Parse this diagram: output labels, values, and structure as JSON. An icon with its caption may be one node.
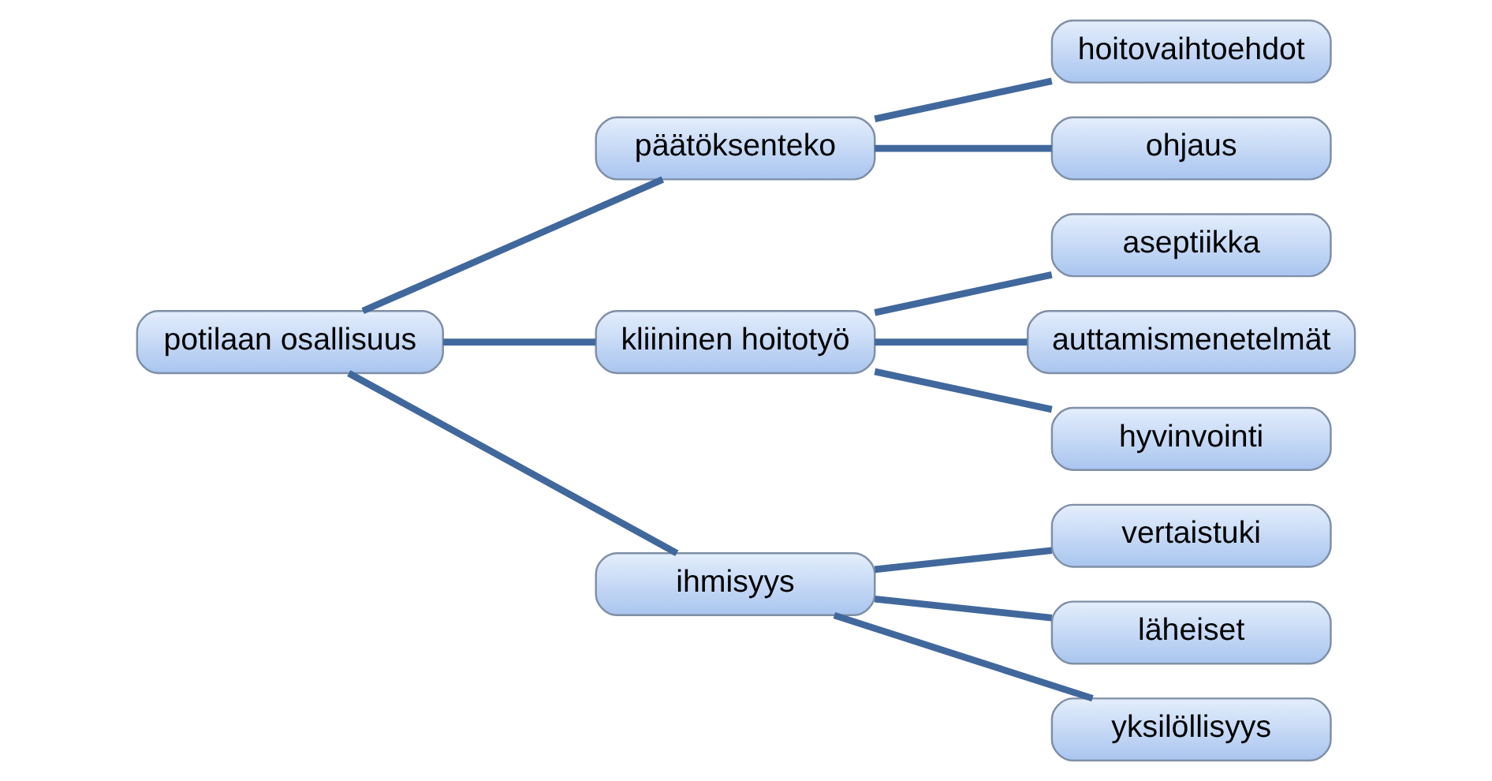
{
  "diagram": {
    "nodes": [
      {
        "text": [
          "potilaan osallisuus"
        ]
      },
      {
        "text": [
          "päätöksenteko"
        ]
      },
      {
        "text": [
          "hoitovaihtoehdot"
        ]
      },
      {
        "text": [
          "ohjaus"
        ]
      },
      {
        "text": [
          "kliininen hoitotyö"
        ]
      },
      {
        "text": [
          "aseptiikka"
        ]
      },
      {
        "text": [
          "auttamismenetelmät"
        ]
      },
      {
        "text": [
          "hyvinvointi"
        ]
      },
      {
        "text": [
          "ihmisyys"
        ]
      },
      {
        "text": [
          "vertaistuki"
        ]
      },
      {
        "text": [
          "läheiset"
        ]
      },
      {
        "text": [
          "yksilöllisyys"
        ]
      }
    ],
    "edges": [
      {
        "from": 0,
        "to": 1,
        "arrow": "none"
      },
      {
        "from": 0,
        "to": 4,
        "arrow": "none"
      },
      {
        "from": 0,
        "to": 8,
        "arrow": "none"
      },
      {
        "from": 1,
        "to": 2,
        "arrow": "none"
      },
      {
        "from": 1,
        "to": 3,
        "arrow": "none"
      },
      {
        "from": 4,
        "to": 5,
        "arrow": "none"
      },
      {
        "from": 4,
        "to": 6,
        "arrow": "none"
      },
      {
        "from": 4,
        "to": 7,
        "arrow": "none"
      },
      {
        "from": 8,
        "to": 9,
        "arrow": "none"
      },
      {
        "from": 8,
        "to": 10,
        "arrow": "none"
      },
      {
        "from": 8,
        "to": 11,
        "arrow": "none"
      }
    ]
  }
}
